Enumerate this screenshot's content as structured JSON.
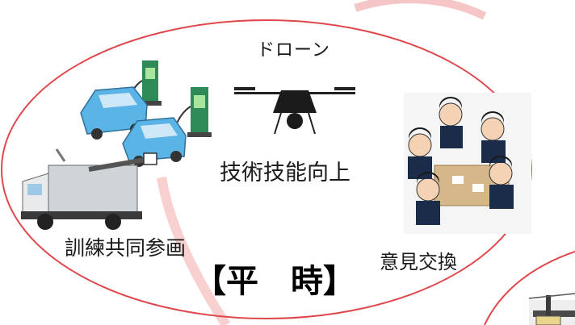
{
  "labels": {
    "drone": "ドローン",
    "skill_improvement": "技術技能向上",
    "training_participation": "訓練共同参画",
    "opinion_exchange": "意見交換"
  },
  "title": "【平　時】",
  "icons": [
    "ev-charging-station-icon",
    "electric-car-icon",
    "drone-icon",
    "bucket-truck-icon",
    "meeting-illustration-icon",
    "utility-pole-icon"
  ],
  "colors": {
    "ellipse_outline": "#e0474c",
    "background_arc": "#f4b6b6",
    "car": "#5ab4e5",
    "charger": "#2e8b57",
    "truck_body": "#cfd4d9"
  }
}
